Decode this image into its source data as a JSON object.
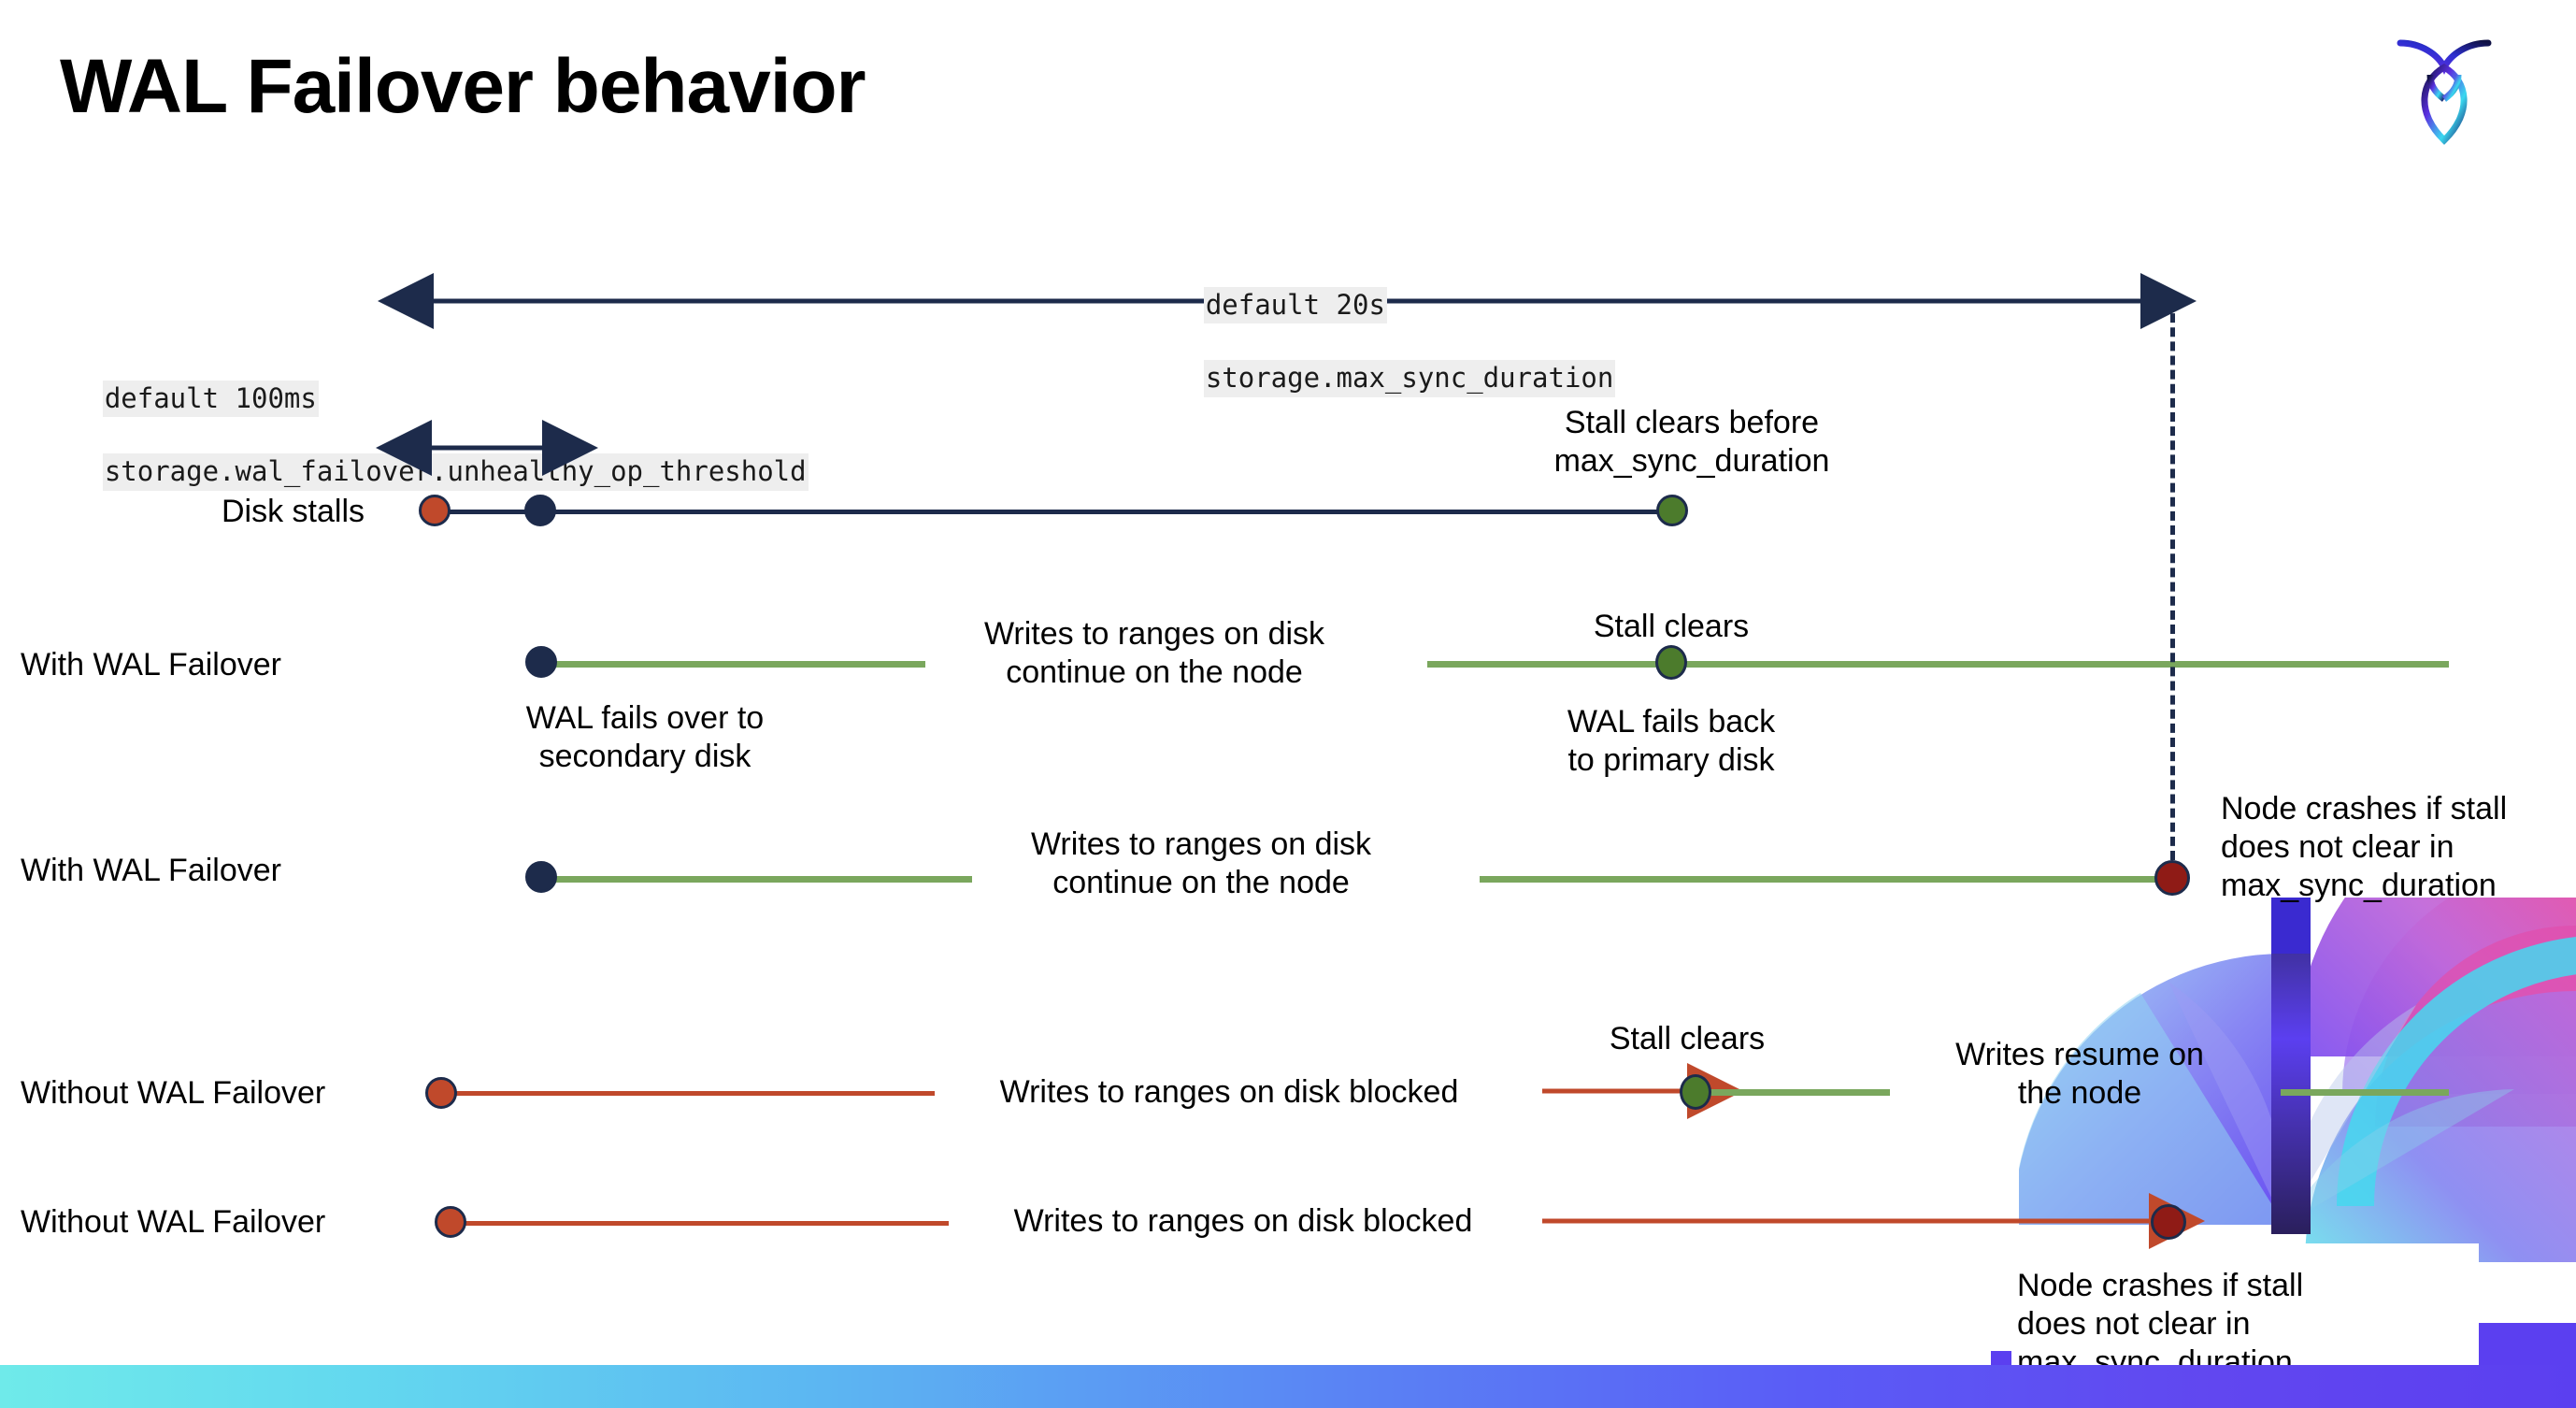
{
  "slide": {
    "title": "WAL Failover behavior",
    "logo_icon": "cockroach-labs-logo-icon",
    "bottom_bar_colors": [
      "#6feaea",
      "#5a84f4",
      "#5b3ff0"
    ]
  },
  "settings": {
    "max_sync": {
      "default_line": "default 20s",
      "setting_line": "storage.max_sync_duration"
    },
    "unhealthy_op": {
      "default_line": "default 100ms",
      "setting_line": "storage.wal_failover.unhealthy_op_threshold"
    }
  },
  "colors": {
    "navy": "#1d2b4b",
    "orange": "#c0492b",
    "green_line": "#7aa75d",
    "green_dot": "#4c7b2c",
    "dark_red": "#8f1b16"
  },
  "rows": [
    {
      "id": "disk-stalls",
      "label": "Disk stalls",
      "markers": [
        "orange-dot",
        "navy-dot",
        "green-dot"
      ],
      "notes": [
        "Stall clears before\nmax_sync_duration"
      ]
    },
    {
      "id": "with-wal-failover-1",
      "label": "With WAL Failover",
      "markers": [
        "navy-dot",
        "green-dot"
      ],
      "notes": [
        "WAL fails over to\nsecondary disk",
        "Writes to ranges on disk\ncontinue on the node",
        "Stall clears",
        "WAL fails  back\nto primary disk"
      ]
    },
    {
      "id": "with-wal-failover-2",
      "label": "With WAL Failover",
      "markers": [
        "navy-dot",
        "dark-red-dot"
      ],
      "notes": [
        "Writes to ranges on disk\ncontinue on the node",
        "Node crashes if stall\ndoes not clear in\nmax_sync_duration"
      ]
    },
    {
      "id": "without-wal-failover-1",
      "label": "Without WAL Failover",
      "markers": [
        "orange-dot",
        "green-dot"
      ],
      "notes": [
        "Writes to ranges on disk  blocked",
        "Stall clears",
        "Writes resume on\nthe node"
      ]
    },
    {
      "id": "without-wal-failover-2",
      "label": "Without WAL Failover",
      "markers": [
        "orange-dot",
        "dark-red-dot"
      ],
      "notes": [
        "Writes to ranges on disk  blocked",
        "Node crashes if stall\ndoes not clear in\nmax_sync_duration"
      ]
    }
  ]
}
